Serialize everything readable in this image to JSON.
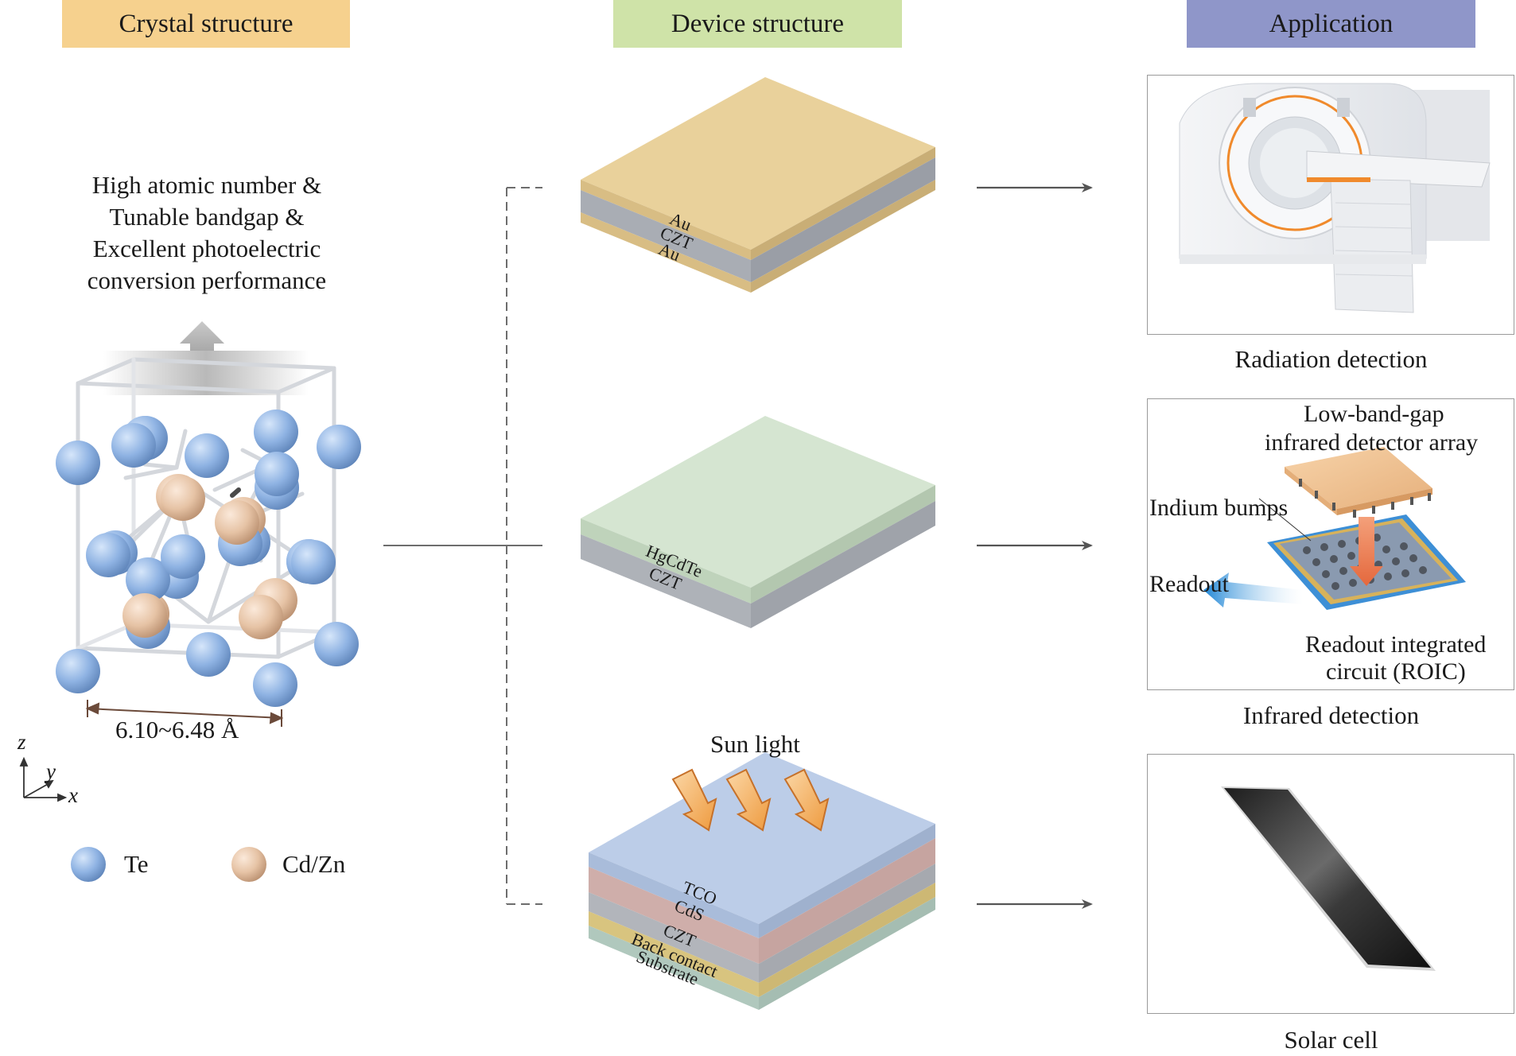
{
  "headers": {
    "crystal": "Crystal structure",
    "device": "Device structure",
    "application": "Application"
  },
  "colors": {
    "crystal_header": "#f6d18e",
    "device_header": "#cfe3a8",
    "application_header": "#8f96c9",
    "te_atom": "#8fb3e3",
    "cd_zn_atom": "#e6c3a5",
    "au_layer": "#e9d19b",
    "czt_layer": "#b3b7be",
    "hgcdte_layer": "#cfe1cc",
    "tco_layer": "#b9cbe6",
    "cds_layer": "#d6b4ae",
    "back_contact_layer": "#dcc988",
    "substrate_layer": "#b7cfc4",
    "sunlight_arrow": "#f0a24a",
    "readout_arrow": "#2b8ad6"
  },
  "crystal": {
    "properties": [
      "High atomic number &",
      "Tunable bandgap &",
      "Excellent photoelectric",
      "conversion performance"
    ],
    "lattice_constant": "6.10~6.48 Å",
    "axes": {
      "z": "z",
      "y": "y",
      "x": "x"
    },
    "legend": [
      {
        "label": "Te",
        "icon": "te-atom-icon"
      },
      {
        "label": "Cd/Zn",
        "icon": "cd-zn-atom-icon"
      }
    ]
  },
  "devices": {
    "radiation": {
      "layers": [
        "Au",
        "CZT",
        "Au"
      ]
    },
    "infrared": {
      "layers": [
        "HgCdTe",
        "CZT"
      ]
    },
    "solar": {
      "sun_label": "Sun light",
      "layers": [
        "TCO",
        "CdS",
        "CZT",
        "Back contact",
        "Substrate"
      ]
    }
  },
  "applications": {
    "radiation": {
      "caption": "Radiation detection",
      "image": "ct-scanner-image"
    },
    "infrared": {
      "caption": "Infrared detection",
      "labels": {
        "array_line1": "Low-band-gap",
        "array_line2": "infrared detector array",
        "bumps": "Indium bumps",
        "readout": "Readout",
        "roic_line1": "Readout integrated",
        "roic_line2": "circuit (ROIC)"
      }
    },
    "solar": {
      "caption": "Solar cell",
      "image": "solar-panel-image"
    }
  }
}
